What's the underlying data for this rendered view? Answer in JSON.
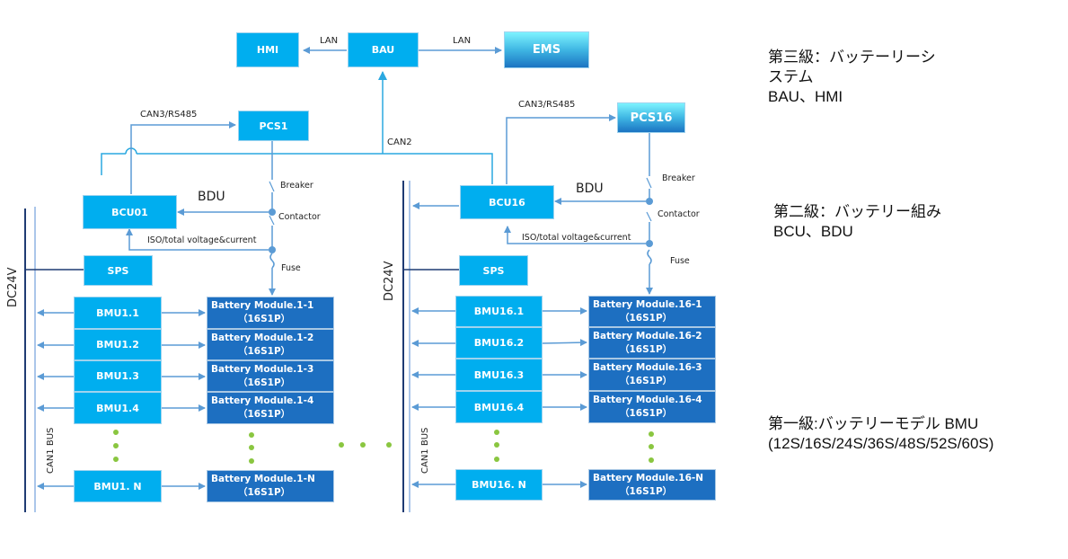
{
  "top": {
    "hmi": "HMI",
    "bau": "BAU",
    "ems": "EMS",
    "lan_left": "LAN",
    "lan_right": "LAN",
    "can2": "CAN2"
  },
  "groups": [
    {
      "pcs": "PCS1",
      "can3": "CAN3/RS485",
      "bdu_title": "BDU",
      "bcu": "BCU01",
      "sps": "SPS",
      "breaker": "Breaker",
      "contactor": "Contactor",
      "fuse": "Fuse",
      "iso": "ISO/total voltage&current",
      "dc24v": "DC24V",
      "can1_bus": "CAN1  BUS",
      "bmus": [
        "BMU1.1",
        "BMU1.2",
        "BMU1.3",
        "BMU1.4",
        "BMU1. N"
      ],
      "modules": [
        {
          "name": "Battery Module.1-1",
          "spec": "（16S1P）"
        },
        {
          "name": "Battery Module.1-2",
          "spec": "（16S1P）"
        },
        {
          "name": "Battery Module.1-3",
          "spec": "（16S1P）"
        },
        {
          "name": "Battery Module.1-4",
          "spec": "（16S1P）"
        },
        {
          "name": "Battery Module.1-N",
          "spec": "（16S1P）"
        }
      ]
    },
    {
      "pcs": "PCS16",
      "can3": "CAN3/RS485",
      "bdu_title": "BDU",
      "bcu": "BCU16",
      "sps": "SPS",
      "breaker": "Breaker",
      "contactor": "Contactor",
      "fuse": "Fuse",
      "iso": "ISO/total voltage&current",
      "dc24v": "DC24V",
      "can1_bus": "CAN1  BUS",
      "bmus": [
        "BMU16.1",
        "BMU16.2",
        "BMU16.3",
        "BMU16.4",
        "BMU16. N"
      ],
      "modules": [
        {
          "name": "Battery Module.16-1",
          "spec": "（16S1P）"
        },
        {
          "name": "Battery Module.16-2",
          "spec": "（16S1P）"
        },
        {
          "name": "Battery Module.16-3",
          "spec": "（16S1P）"
        },
        {
          "name": "Battery Module.16-4",
          "spec": "（16S1P）"
        },
        {
          "name": "Battery Module.16-N",
          "spec": "（16S1P）"
        }
      ]
    }
  ],
  "levels": [
    {
      "line1": "第三級：バッテーリーシ",
      "line2": "ステム",
      "line3": "BAU、HMI"
    },
    {
      "line1": "第二級：バッテリー組み",
      "line2": "BCU、BDU"
    },
    {
      "line1": "第一級:バッテリーモデル  BMU",
      "line2": "(12S/16S/24S/36S/48S/52S/60S)"
    }
  ],
  "colors": {
    "box_cyan": "#00aeef",
    "module_blue": "#1d6fc1",
    "line_blue": "#5b9bd5",
    "can2_line": "#2aa8e0",
    "bus_dark": "#1f3b73",
    "dots_green": "#8ac640"
  }
}
